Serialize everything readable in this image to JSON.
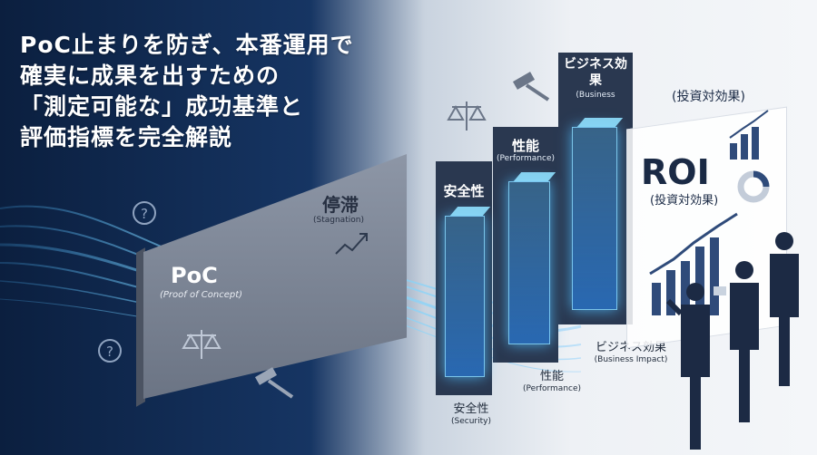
{
  "headline": {
    "line1": "PoC止まりを防ぎ、本番運用で",
    "line2": "確実に成果を出すための",
    "line3": "「測定可能な」成功基準と",
    "line4": "評価指標を完全解説"
  },
  "wall": {
    "label": "PoC",
    "sublabel": "(Proof of Concept)",
    "stagnation": "停滞",
    "stagnation_sub": "(Stagnation)"
  },
  "pillars": [
    {
      "label": "安全性",
      "sublabel": ""
    },
    {
      "label": "性能",
      "sublabel": "(Performance)"
    },
    {
      "label": "ビジネス効果",
      "sublabel": "(Business"
    }
  ],
  "floor_labels": [
    {
      "label": "安全性",
      "sublabel": "(Security)"
    },
    {
      "label": "性能",
      "sublabel": "(Performance)"
    },
    {
      "label": "ビジネス効果",
      "sublabel": "(Business Impact)"
    }
  ],
  "roi": {
    "label": "ROI",
    "sublabel": "(投資対効果)",
    "top_label": "(投資対効果)"
  },
  "colors": {
    "navy": "#0b1f3f",
    "glow": "#8fe0ff",
    "light_bg": "#f4f6f9"
  }
}
